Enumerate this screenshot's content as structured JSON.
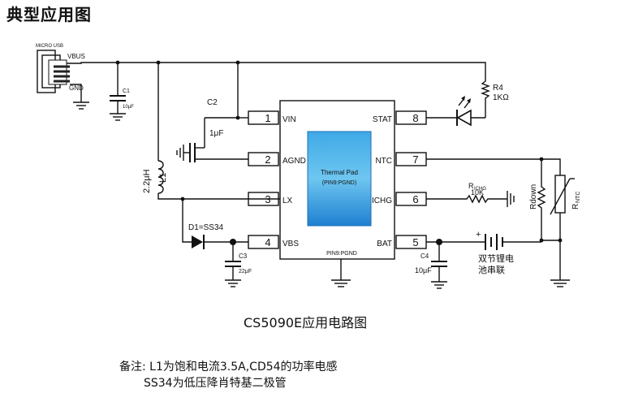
{
  "title": "典型应用图",
  "caption": "CS5090E应用电路图",
  "notes": {
    "line1": "备注: L1为饱和电流3.5A,CD54的功率电感",
    "line2": "SS34为低压降肖特基二极管"
  },
  "usb": {
    "label": "MICRO USB",
    "vbus": "VBUS",
    "gnd": "GND"
  },
  "chip": {
    "thermal_pad": "Thermal Pad",
    "thermal_pin": "(PIN9:PGND)",
    "pin9": "PIN9:PGND",
    "pins_left": [
      {
        "num": "1",
        "name": "VIN"
      },
      {
        "num": "2",
        "name": "AGND"
      },
      {
        "num": "3",
        "name": "LX"
      },
      {
        "num": "4",
        "name": "VBS"
      }
    ],
    "pins_right": [
      {
        "num": "8",
        "name": "STAT"
      },
      {
        "num": "7",
        "name": "NTC"
      },
      {
        "num": "6",
        "name": "ICHG"
      },
      {
        "num": "5",
        "name": "BAT"
      }
    ]
  },
  "components": {
    "c1": {
      "name": "C1",
      "value": "10μF"
    },
    "c2": {
      "name": "C2",
      "value": "1μF"
    },
    "c3": {
      "name": "C3",
      "value": "22μF"
    },
    "c4": {
      "name": "C4",
      "value": "10μF"
    },
    "l1": {
      "name": "L1",
      "value": "2.2μH"
    },
    "d1": {
      "name": "D1=SS34"
    },
    "r4": {
      "name": "R4",
      "value": "1KΩ"
    },
    "richg": {
      "name": "R",
      "sub": "ICHG",
      "value": "10K"
    },
    "rdown": {
      "name": "Rdown"
    },
    "rntc": {
      "name": "R",
      "sub": "NTC"
    },
    "battery": {
      "line1": "双节锂电",
      "line2": "池串联",
      "plus": "+"
    }
  }
}
